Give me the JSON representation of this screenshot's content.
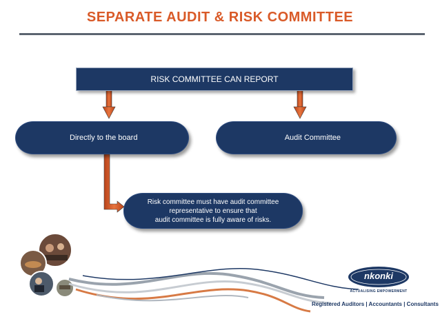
{
  "title": "SEPARATE AUDIT & RISK COMMITTEE",
  "top_box": "RISK COMMITTEE CAN REPORT",
  "left_node": "Directly to the board",
  "right_node": "Audit Committee",
  "bottom_node": {
    "line1": "Risk committee must have audit committee",
    "line2": "representative to ensure that",
    "line3": "audit  committee is fully aware of risks."
  },
  "logo": {
    "name": "nkonki",
    "tagline": "ACTUALISING EMPOWERMENT"
  },
  "footer": "Registered Auditors | Accountants | Consultants",
  "colors": {
    "title": "#d95a28",
    "box": "#1d3864",
    "arrow": "#d95a28"
  }
}
